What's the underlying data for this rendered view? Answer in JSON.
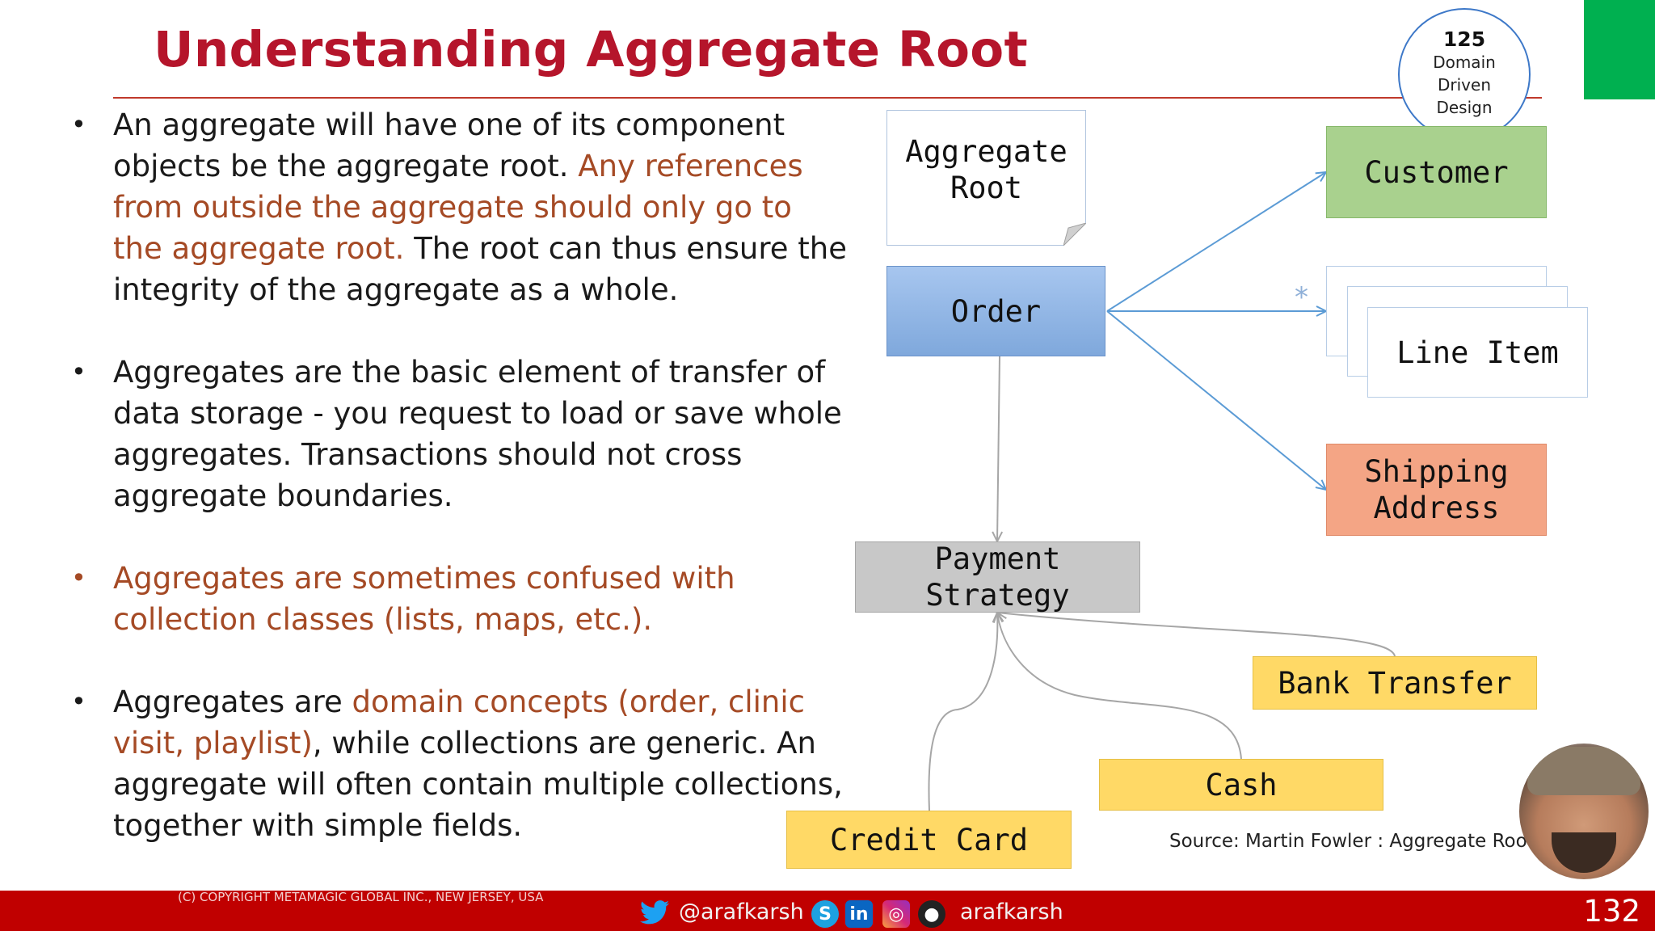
{
  "slide": {
    "title": "Understanding Aggregate Root",
    "badge": {
      "number": "125",
      "line1": "Domain",
      "line2": "Driven",
      "line3": "Design"
    },
    "bullets": [
      {
        "text1": "An aggregate will have one of its component objects be the aggregate root. ",
        "highlight": "Any references from outside the aggregate should only go to the aggregate root.",
        "text2": " The root can thus ensure the integrity of the aggregate as a whole."
      },
      {
        "text": "Aggregates are the basic element of transfer of data storage - you request to load or save whole aggregates. Transactions should not cross aggregate boundaries."
      },
      {
        "text": "Aggregates are sometimes confused with collection classes (lists, maps, etc.)."
      },
      {
        "text1": "Aggregates are ",
        "highlight": "domain concepts (order, clinic visit, playlist)",
        "text2": ", while collections are generic. An aggregate will often contain multiple collections, together with simple fields."
      }
    ]
  },
  "diagram": {
    "note_label": "Aggregate Root",
    "order": "Order",
    "customer": "Customer",
    "line_item": "Line Item",
    "multiplicity": "*",
    "shipping_address": "Shipping Address",
    "payment_strategy": "Payment Strategy",
    "bank_transfer": "Bank Transfer",
    "cash": "Cash",
    "credit_card": "Credit Card",
    "source": "Source: Martin Fowler : Aggregate Root",
    "colors": {
      "order": "#8fb4e3",
      "customer": "#a9d18e",
      "shipping": "#f4a585",
      "payment": "#c8c8c8",
      "subtype": "#ffd966",
      "arrow_blue": "#5b9bd5",
      "arrow_gray": "#a6a6a6"
    }
  },
  "footer": {
    "copyright": "(C) COPYRIGHT METAMAGIC GLOBAL INC., NEW JERSEY, USA",
    "twitter_handle": "@arafkarsh",
    "social_handle": "arafkarsh",
    "page_number": "132",
    "icons": [
      "twitter-icon",
      "skype-icon",
      "linkedin-icon",
      "instagram-icon",
      "github-icon"
    ]
  }
}
